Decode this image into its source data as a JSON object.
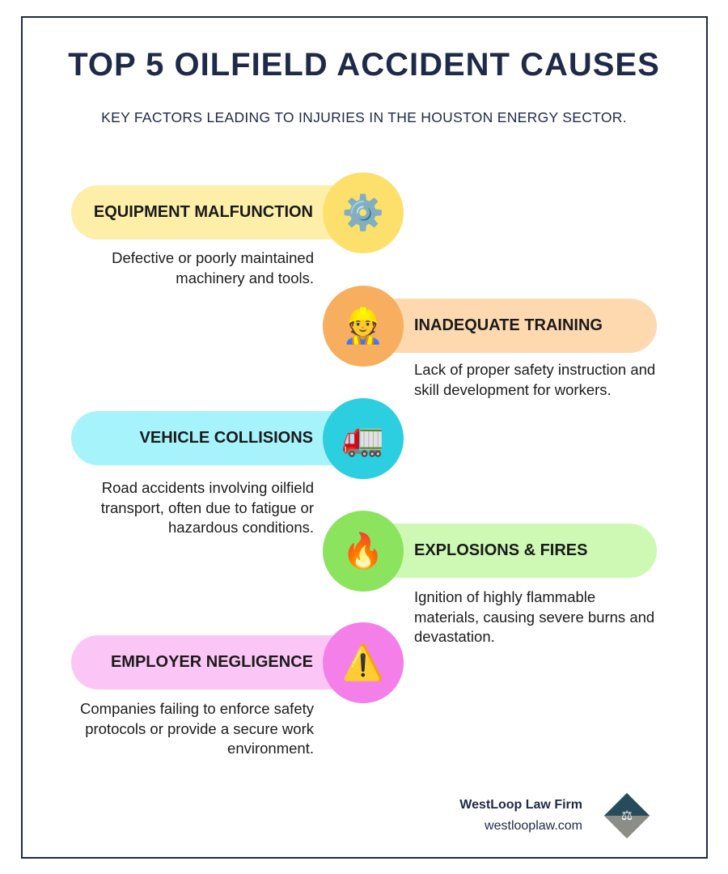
{
  "title": "TOP 5 OILFIELD ACCIDENT CAUSES",
  "subtitle": "KEY FACTORS LEADING TO INJURIES IN THE HOUSTON ENERGY SECTOR.",
  "causes": [
    {
      "label": "EQUIPMENT MALFUNCTION",
      "description": "Defective or poorly maintained machinery and tools.",
      "icon": "gear-icon",
      "glyph": "⚙️",
      "pill_color": "#fdeea8",
      "circle_color": "#fde06b"
    },
    {
      "label": "INADEQUATE TRAINING",
      "description": "Lack of proper safety instruction and skill development for workers.",
      "icon": "construction-worker-icon",
      "glyph": "👷",
      "pill_color": "#fed9b0",
      "circle_color": "#f7ae5e"
    },
    {
      "label": "VEHICLE COLLISIONS",
      "description": "Road accidents involving oilfield transport, often due to fatigue or hazardous conditions.",
      "icon": "truck-icon",
      "glyph": "🚛",
      "pill_color": "#a6f3fb",
      "circle_color": "#2ccfe0"
    },
    {
      "label": "EXPLOSIONS & FIRES",
      "description": "Ignition of highly flammable materials, causing severe burns and devastation.",
      "icon": "fire-icon",
      "glyph": "🔥",
      "pill_color": "#cdf9b4",
      "circle_color": "#8ce35e"
    },
    {
      "label": "EMPLOYER NEGLIGENCE",
      "description": "Companies failing to enforce safety protocols or provide a secure work environment.",
      "icon": "warning-icon",
      "glyph": "⚠️",
      "pill_color": "#fbc6f5",
      "circle_color": "#f47fe8"
    }
  ],
  "footer": {
    "firm": "WestLoop Law Firm",
    "url": "westlooplaw.com"
  }
}
